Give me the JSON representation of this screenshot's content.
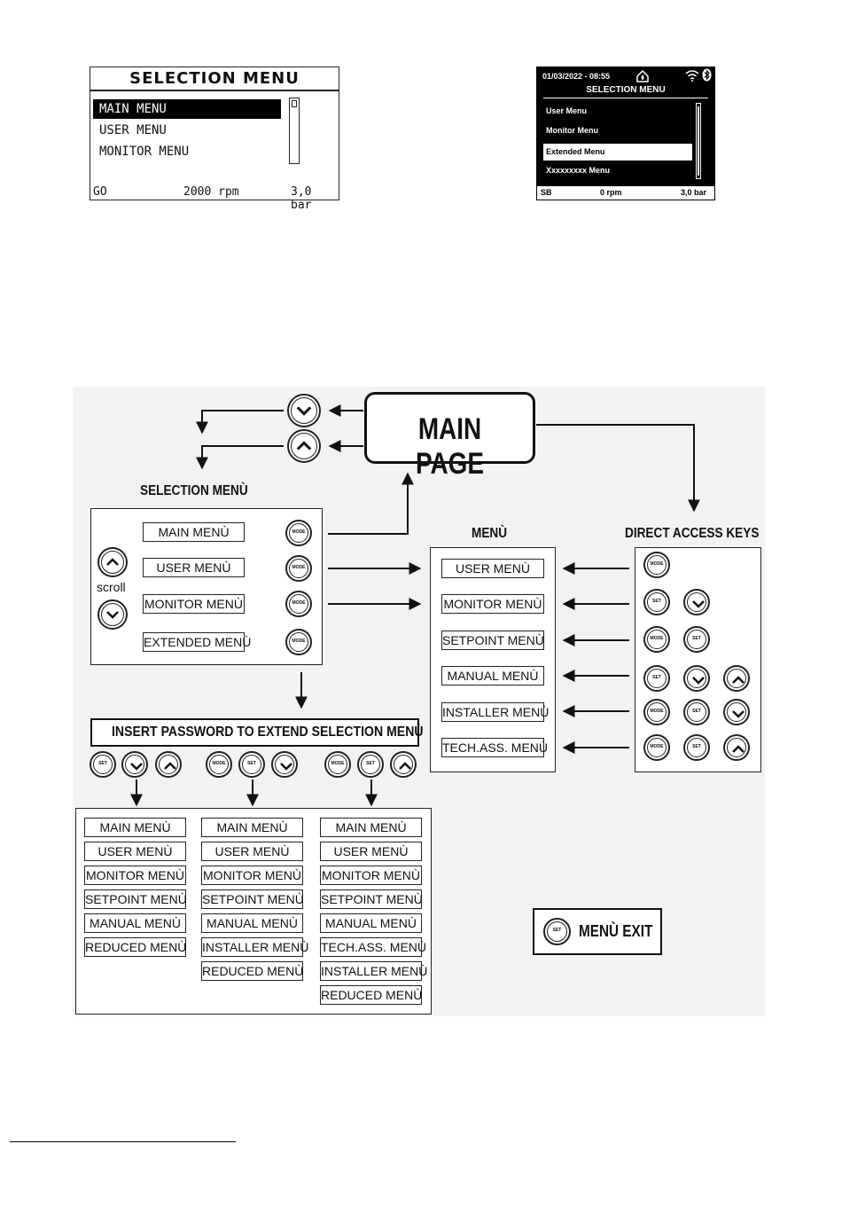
{
  "lcd_classic": {
    "title": "SELECTION MENU",
    "items": [
      "MAIN MENU",
      "USER MENU",
      "MONITOR MENU"
    ],
    "status_left": "GO",
    "status_mid": "2000 rpm",
    "status_right": "3,0 bar"
  },
  "lcd_new": {
    "datetime": "01/03/2022 - 08:55",
    "title": "SELECTION MENU",
    "items": [
      "User Menu",
      "Monitor Menu",
      "Extended Menu",
      "Xxxxxxxxx Menu"
    ],
    "status_left": "SB",
    "status_mid": "0 rpm",
    "status_right": "3,0 bar"
  },
  "diagram": {
    "main_page": "MAIN PAGE",
    "selection_header": "SELECTION MENÙ",
    "selection_items": [
      "MAIN MENÙ",
      "USER MENÙ",
      "MONITOR MENÙ",
      "EXTENDED MENÙ"
    ],
    "scroll": "scroll",
    "menu_header": "MENÙ",
    "menu_items": [
      "USER MENÙ",
      "MONITOR MENÙ",
      "SETPOINT MENÙ",
      "MANUAL MENÙ",
      "INSTALLER MENÙ",
      "TECH.ASS. MENÙ"
    ],
    "dak_header": "DIRECT ACCESS KEYS",
    "password": "INSERT PASSWORD TO EXTEND SELECTION MENÙ",
    "col1": [
      "MAIN MENÙ",
      "USER MENÙ",
      "MONITOR MENÙ",
      "SETPOINT MENÙ",
      "MANUAL MENÙ",
      "REDUCED MENÙ"
    ],
    "col2": [
      "MAIN MENÙ",
      "USER MENÙ",
      "MONITOR MENÙ",
      "SETPOINT MENÙ",
      "MANUAL MENÙ",
      "INSTALLER MENÙ",
      "REDUCED MENÙ"
    ],
    "col3": [
      "MAIN MENÙ",
      "USER MENÙ",
      "MONITOR MENÙ",
      "SETPOINT MENÙ",
      "MANUAL MENÙ",
      "TECH.ASS. MENÙ",
      "INSTALLER MENÙ",
      "REDUCED MENÙ"
    ],
    "exit": "MENÙ EXIT",
    "key_mode": "MODE",
    "key_set": "SET"
  }
}
